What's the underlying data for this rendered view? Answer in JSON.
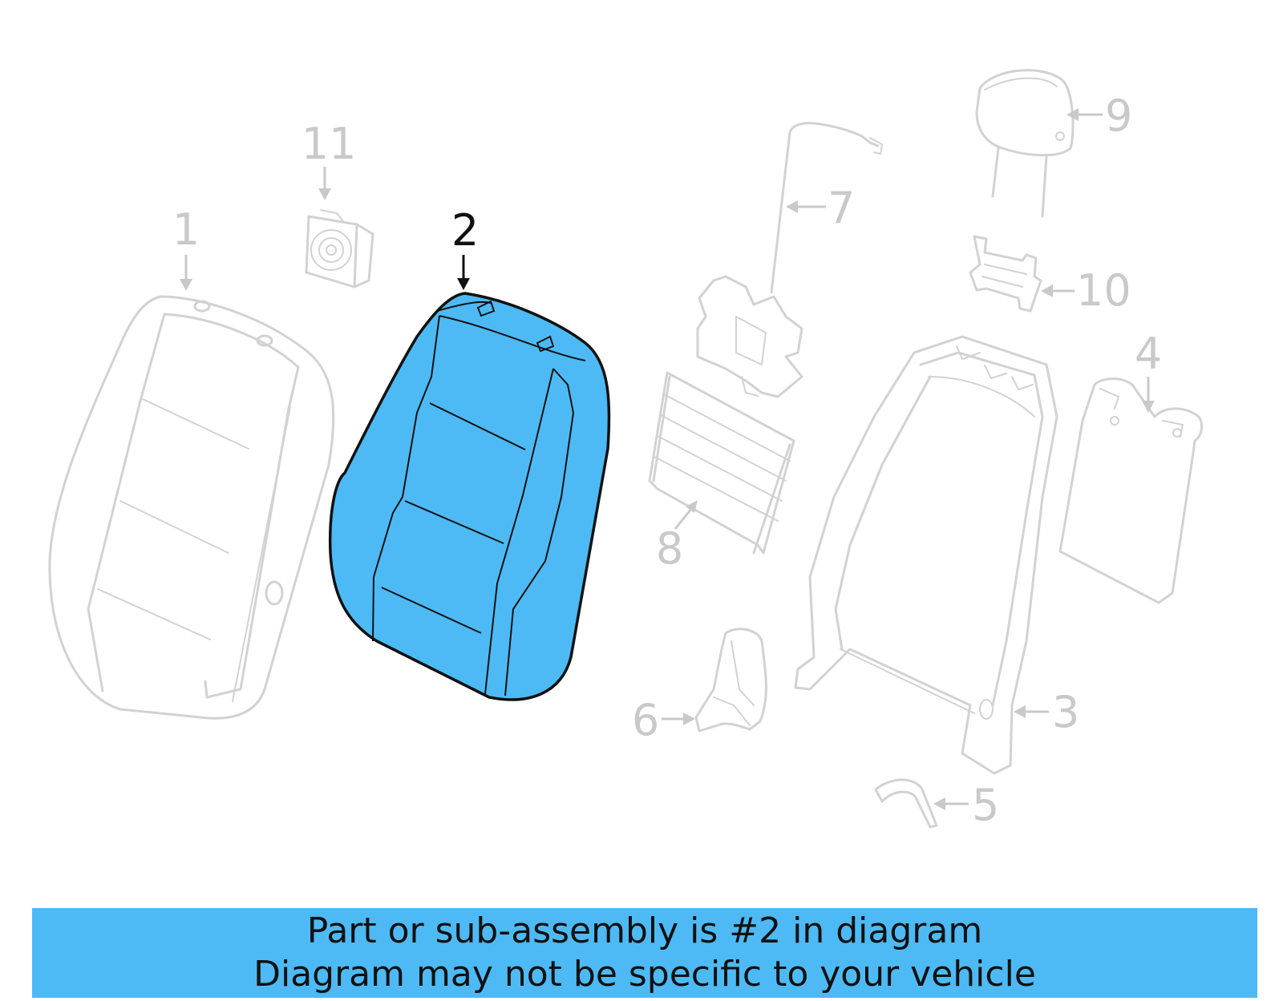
{
  "diagram": {
    "highlighted_part": "2",
    "highlight_color": "#4dbaf5",
    "ghost_color": "#d2d2d2",
    "callouts": [
      {
        "id": "1",
        "label": "1"
      },
      {
        "id": "2",
        "label": "2"
      },
      {
        "id": "3",
        "label": "3"
      },
      {
        "id": "4",
        "label": "4"
      },
      {
        "id": "5",
        "label": "5"
      },
      {
        "id": "6",
        "label": "6"
      },
      {
        "id": "7",
        "label": "7"
      },
      {
        "id": "8",
        "label": "8"
      },
      {
        "id": "9",
        "label": "9"
      },
      {
        "id": "10",
        "label": "10"
      },
      {
        "id": "11",
        "label": "11"
      }
    ]
  },
  "banner": {
    "background": "#4dbaf5",
    "line1": "Part or sub-assembly is #2 in diagram",
    "line2": "Diagram may not be specific to your vehicle"
  }
}
